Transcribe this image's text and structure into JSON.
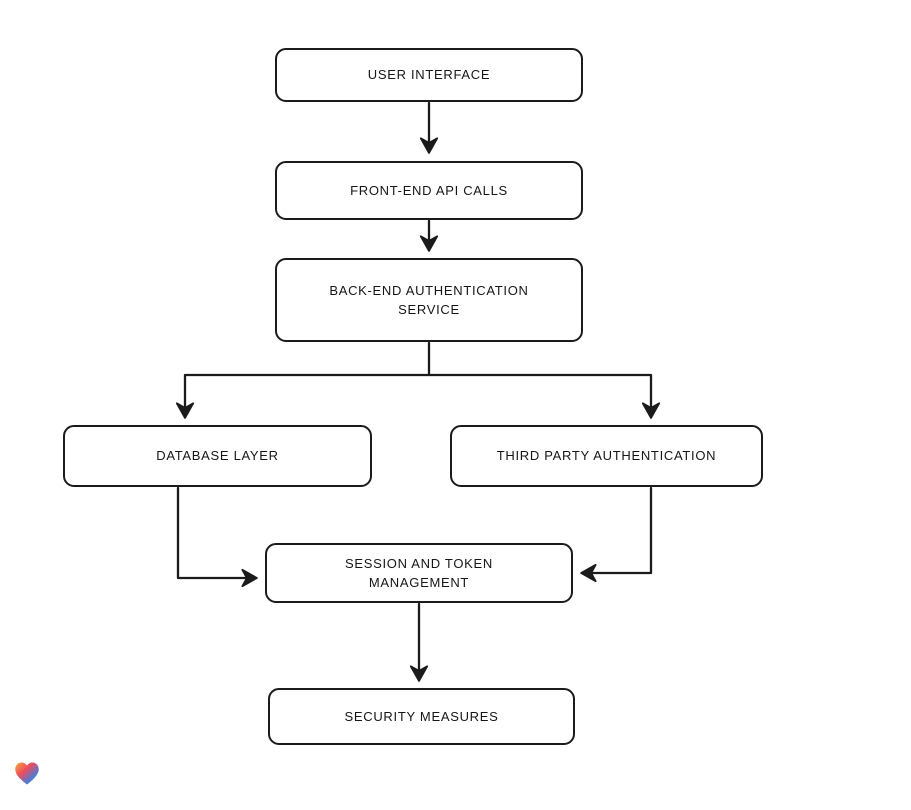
{
  "diagram": {
    "nodes": {
      "user_interface": {
        "label": "USER INTERFACE"
      },
      "frontend_api": {
        "label": "FRONT-END API CALLS"
      },
      "backend_auth": {
        "label": "BACK-END AUTHENTICATION\nSERVICE"
      },
      "database_layer": {
        "label": "DATABASE LAYER"
      },
      "third_party_auth": {
        "label": "THIRD PARTY AUTHENTICATION"
      },
      "session_token": {
        "label": "SESSION AND TOKEN\nMANAGEMENT"
      },
      "security_measures": {
        "label": "SECURITY MEASURES"
      }
    },
    "edges": [
      {
        "from": "user_interface",
        "to": "frontend_api"
      },
      {
        "from": "frontend_api",
        "to": "backend_auth"
      },
      {
        "from": "backend_auth",
        "to": "database_layer"
      },
      {
        "from": "backend_auth",
        "to": "third_party_auth"
      },
      {
        "from": "database_layer",
        "to": "session_token"
      },
      {
        "from": "third_party_auth",
        "to": "session_token"
      },
      {
        "from": "session_token",
        "to": "security_measures"
      }
    ],
    "colors": {
      "stroke": "#1b1b1b",
      "node_fill": "#ffffff",
      "background": "#ffffff",
      "text": "#161616"
    },
    "logo": {
      "name": "heart-logo",
      "colors": [
        "#F6A83C",
        "#EE4B5E",
        "#4D7CD6",
        "#3FA45B"
      ]
    }
  }
}
